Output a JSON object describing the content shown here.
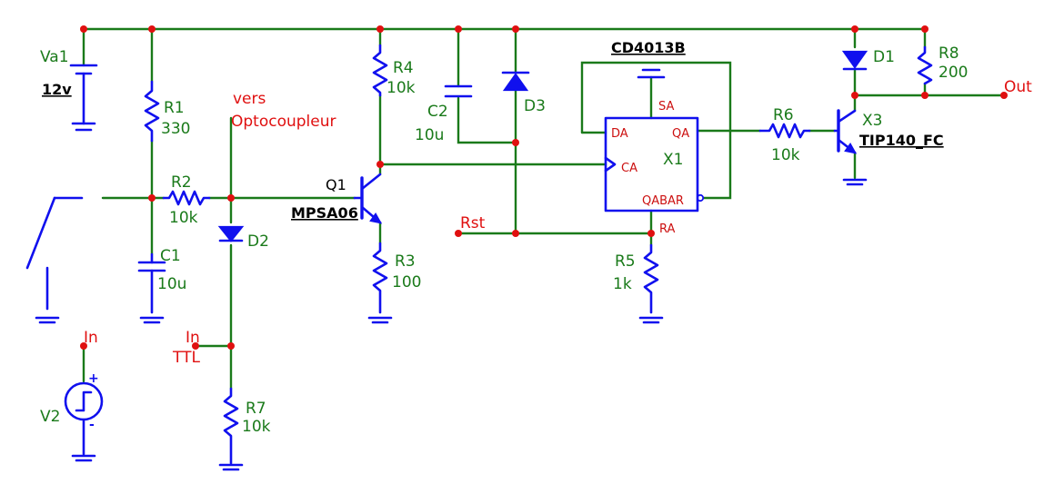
{
  "components": {
    "va1": {
      "name": "Va1",
      "value": "12v"
    },
    "r1": {
      "name": "R1",
      "value": "330"
    },
    "r2": {
      "name": "R2",
      "value": "10k"
    },
    "c1": {
      "name": "C1",
      "value": "10u"
    },
    "d2": {
      "name": "D2"
    },
    "r7": {
      "name": "R7",
      "value": "10k"
    },
    "v2": {
      "name": "V2"
    },
    "q1": {
      "name": "Q1",
      "part": "MPSA06"
    },
    "r4": {
      "name": "R4",
      "value": "10k"
    },
    "r3": {
      "name": "R3",
      "value": "100"
    },
    "c2": {
      "name": "C2",
      "value": "10u"
    },
    "d3": {
      "name": "D3"
    },
    "x1": {
      "name": "X1",
      "part": "CD4013B",
      "pins": {
        "da": "DA",
        "sa": "SA",
        "qa": "QA",
        "ca": "CA",
        "qabar": "QABAR",
        "ra": "RA"
      }
    },
    "r5": {
      "name": "R5",
      "value": "1k"
    },
    "r6": {
      "name": "R6",
      "value": "10k"
    },
    "x3": {
      "name": "X3",
      "part": "TIP140_FC"
    },
    "d1": {
      "name": "D1"
    },
    "r8": {
      "name": "R8",
      "value": "200"
    }
  },
  "net_labels": {
    "vers": "vers",
    "optocoupleur": "Optocoupleur",
    "in_source": "In",
    "in_ttl": "In",
    "ttl": "TTL",
    "rst": "Rst",
    "out": "Out"
  },
  "source_signs": {
    "plus": "+",
    "minus": "-"
  }
}
